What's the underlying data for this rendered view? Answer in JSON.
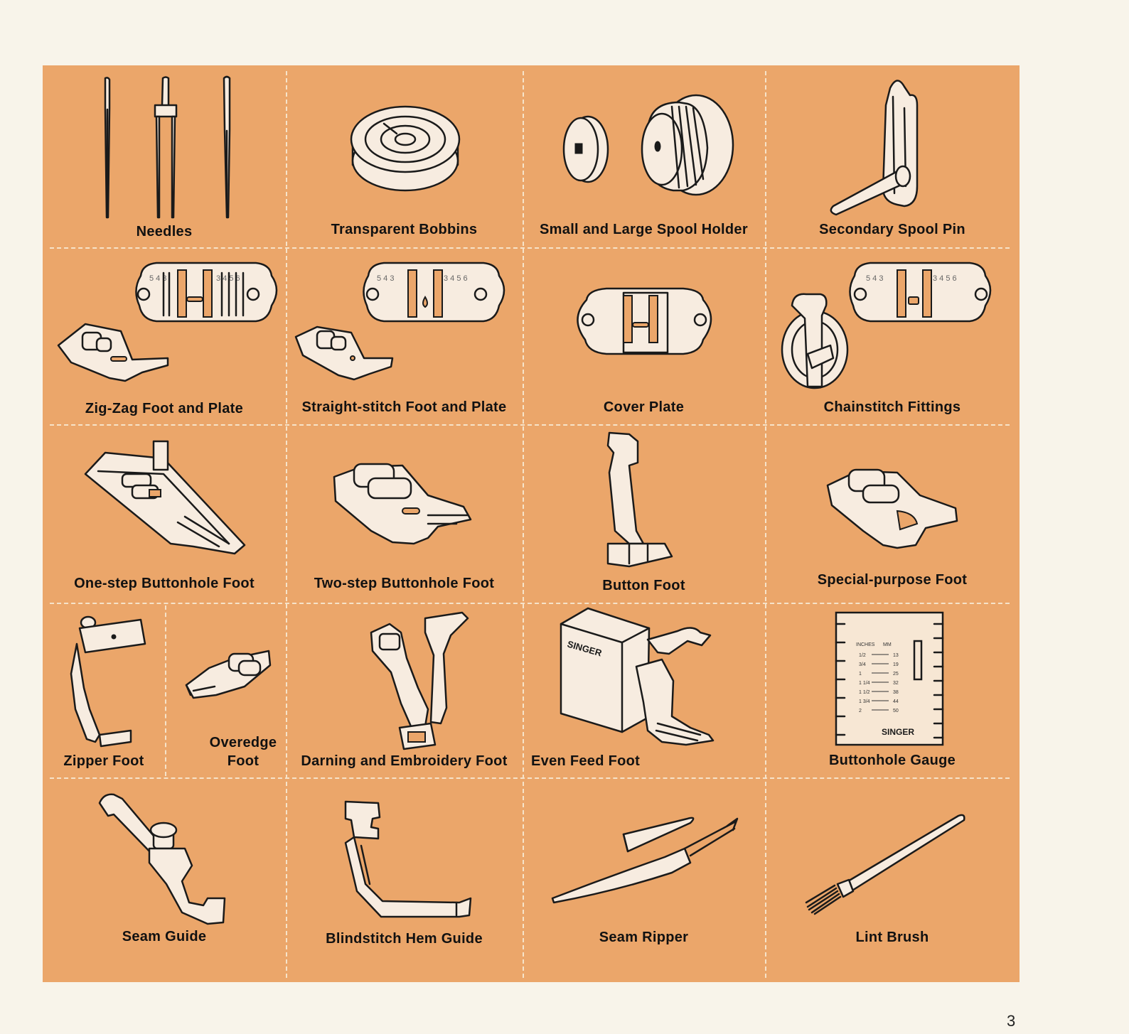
{
  "items": [
    {
      "label": "Needles"
    },
    {
      "label": "Transparent Bobbins"
    },
    {
      "label": "Small and Large Spool Holder"
    },
    {
      "label": "Secondary Spool Pin"
    },
    {
      "label": "Zig-Zag Foot and Plate"
    },
    {
      "label": "Straight-stitch Foot and Plate"
    },
    {
      "label": "Cover Plate"
    },
    {
      "label": "Chainstitch Fittings"
    },
    {
      "label": "One-step Buttonhole Foot"
    },
    {
      "label": "Two-step Buttonhole Foot"
    },
    {
      "label": "Button Foot"
    },
    {
      "label": "Special-purpose Foot"
    },
    {
      "label": "Zipper Foot"
    },
    {
      "label": "Overedge Foot"
    },
    {
      "label": "Darning and Embroidery Foot"
    },
    {
      "label": "Even Feed Foot"
    },
    {
      "label": "Buttonhole Gauge"
    },
    {
      "label": "Seam Guide"
    },
    {
      "label": "Blindstitch Hem Guide"
    },
    {
      "label": "Seam Ripper"
    },
    {
      "label": "Lint Brush"
    }
  ],
  "plate_scale": {
    "left": "5 4 3",
    "right": "3 4 5 6"
  },
  "gauge": {
    "header_inches": "INCHES",
    "header_mm": "MM",
    "rows": [
      {
        "in": "1/2",
        "mm": "13"
      },
      {
        "in": "3/4",
        "mm": "19"
      },
      {
        "in": "1",
        "mm": "25"
      },
      {
        "in": "1 1/4",
        "mm": "32"
      },
      {
        "in": "1 1/2",
        "mm": "38"
      },
      {
        "in": "1 3/4",
        "mm": "44"
      },
      {
        "in": "2",
        "mm": "50"
      }
    ],
    "brand": "SINGER"
  },
  "even_feed_brand": "SINGER",
  "page_number": "3",
  "colors": {
    "panel": "#eba66a",
    "page": "#f8f4ea",
    "ink": "#1a1a1a",
    "dashes": "#f6e3c9"
  }
}
